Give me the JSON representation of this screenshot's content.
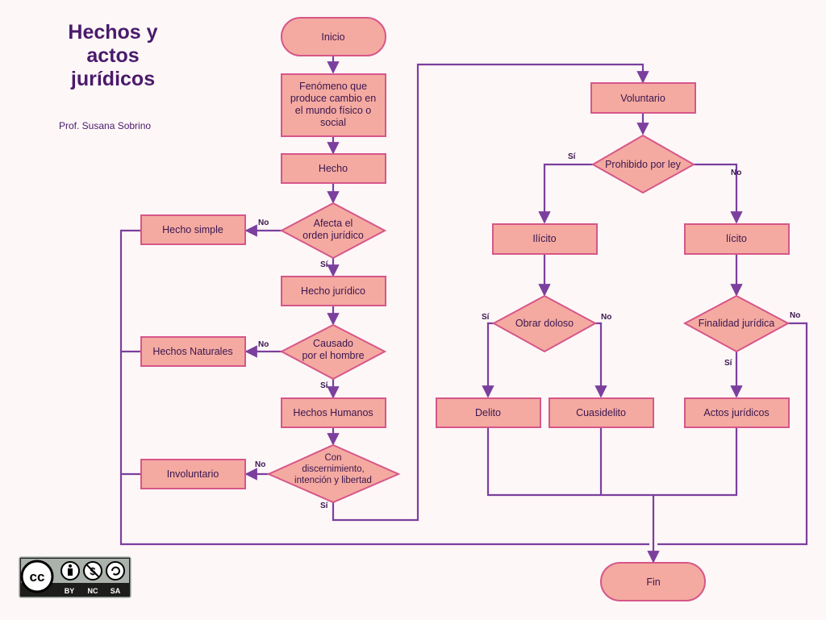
{
  "header": {
    "title_line1": "Hechos y",
    "title_line2": "actos",
    "title_line3": "jurídicos",
    "author": "Prof. Susana Sobrino"
  },
  "colors": {
    "node_fill": "#f4aaa0",
    "node_stroke": "#d6568a",
    "edge": "#7b3f9e",
    "text": "#3a1650",
    "title": "#4a1a6b"
  },
  "nodes": {
    "inicio": "Inicio",
    "fenomeno": [
      "Fenómeno que",
      "produce cambio en",
      "el mundo físico o",
      "social"
    ],
    "hecho": "Hecho",
    "afecta": [
      "Afecta el",
      "orden jurídico"
    ],
    "hecho_simple": "Hecho simple",
    "hecho_juridico": "Hecho jurídico",
    "causado": [
      "Causado",
      "por el hombre"
    ],
    "hechos_naturales": "Hechos Naturales",
    "hechos_humanos": "Hechos Humanos",
    "con_discernimiento": [
      "Con",
      "discernimiento,",
      "intención y libertad"
    ],
    "involuntario": "Involuntario",
    "voluntario": "Voluntario",
    "prohibido": "Prohibido por ley",
    "ilicito": "Ilícito",
    "licito": "lícito",
    "obrar_doloso": "Obrar doloso",
    "finalidad": "Finalidad jurídica",
    "delito": "Delito",
    "cuasidelito": "Cuasidelito",
    "actos_juridicos": "Actos jurídicos",
    "fin": "Fin"
  },
  "edge_labels": {
    "si": "Sí",
    "no": "No"
  },
  "license": {
    "cc": "cc",
    "by": "BY",
    "nc": "NC",
    "sa": "SA"
  }
}
